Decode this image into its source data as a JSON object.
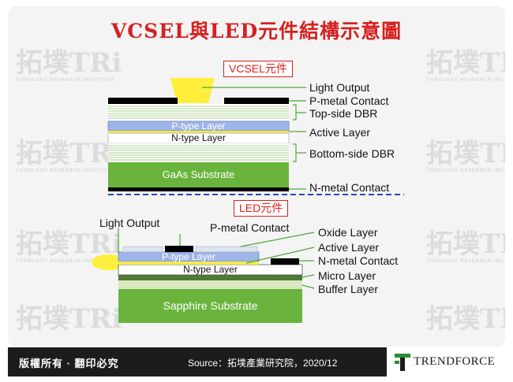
{
  "title": "VCSEL與LED元件結構示意圖",
  "watermark": {
    "text": "拓墣TRi",
    "subtext": "TOPOLOGY RESEARCH INSTITUTE"
  },
  "vcsel": {
    "tag": "VCSEL元件",
    "inner_labels": {
      "p_type": "P-type Layer",
      "n_type": "N-type Layer",
      "substrate": "GaAs Substrate"
    },
    "callouts": {
      "light_output": "Light Output",
      "p_metal": "P-metal Contact",
      "top_dbr": "Top-side DBR",
      "active": "Active Layer",
      "bottom_dbr": "Bottom-side DBR",
      "n_metal": "N-metal Contact"
    }
  },
  "led": {
    "tag": "LED元件",
    "inner_labels": {
      "p_type": "P-type Layer",
      "n_type": "N-type Layer",
      "substrate": "Sapphire Substrate"
    },
    "callouts": {
      "light_output": "Light Output",
      "p_metal": "P-metal Contact",
      "oxide": "Oxide Layer",
      "active": "Active Layer",
      "n_metal": "N-metal Contact",
      "micro": "Micro Layer",
      "buffer": "Buffer Layer"
    }
  },
  "colors": {
    "title": "#d62020",
    "tag_border": "#e11d1d",
    "substrate_green": "#6ab43e",
    "light_yellow": "#ffef3c",
    "p_type_blue": "#9fb5e8",
    "dbr_band": "#d9e8c0",
    "leader_green": "#4fa63a",
    "divider_blue": "#1f4db0"
  },
  "footer": {
    "copyright": "版權所有 · 翻印必究",
    "source": "Source：拓墣產業研究院，2020/12",
    "logo_text": "TRENDFORCE"
  }
}
